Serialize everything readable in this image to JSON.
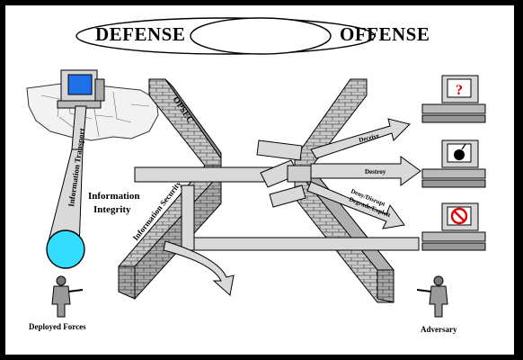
{
  "header": {
    "defense": "DEFENSE",
    "offense": "OFFENSE"
  },
  "walls": {
    "left_top": "OPSEC",
    "left_bottom": "Information Security"
  },
  "integrity": {
    "line1": "Information",
    "line2": "Integrity"
  },
  "transport": "Information Transport",
  "arrows": {
    "deceive": "Deceive",
    "destroy": "Destroy",
    "deny_line1": "Deny/Disrupt",
    "deny_line2": "Degrade/Exploit"
  },
  "forces": {
    "left": "Deployed Forces",
    "right": "Adversary"
  },
  "terminals": {
    "top_glyph": "?"
  },
  "icons": [
    "desktop-computer-icon",
    "us-map-icon",
    "soldier-icon",
    "question-mark-icon",
    "bomb-icon",
    "no-entry-icon"
  ],
  "colors": {
    "map_fill": "#f2f2f2",
    "screen_blue": "#1f6fe8",
    "cyan_node": "#33ddff",
    "arrow_fill": "#d9d9d9",
    "brick": "#bdbdbd",
    "question_red": "#d40000",
    "no_entry_red": "#e00000"
  }
}
